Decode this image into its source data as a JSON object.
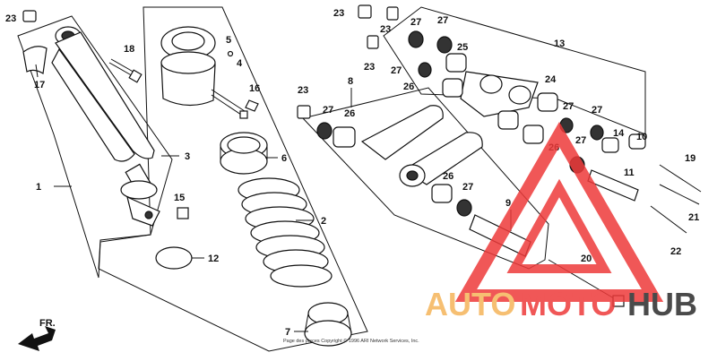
{
  "callouts": [
    "1",
    "2",
    "3",
    "4",
    "5",
    "6",
    "7",
    "8",
    "9",
    "10",
    "11",
    "12",
    "13",
    "14",
    "15",
    "16",
    "17",
    "18",
    "19",
    "20",
    "21",
    "22",
    "23",
    "24",
    "25",
    "26",
    "27"
  ],
  "direction_label": "FR.",
  "copyright": "Page des pieces Copyright © 1996 ARI Network Services, Inc.",
  "watermark": {
    "text_auto": "AUTO",
    "text_moto": "MOTO",
    "text_hub": "HUB",
    "color_orange": "#f5b55a",
    "color_red": "#ee3a3a",
    "color_dark": "#2b2b2b"
  }
}
